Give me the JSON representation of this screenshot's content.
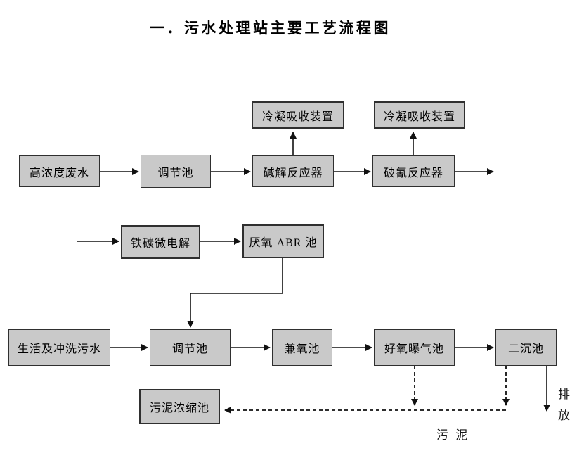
{
  "title": "一．污水处理站主要工艺流程图",
  "nodes": {
    "condenser1": "冷凝吸收装置",
    "condenser2": "冷凝吸收装置",
    "high_concentration_wastewater": "高浓度废水",
    "regulating_tank_1": "调节池",
    "alkaline_hydrolysis_reactor": "碱解反应器",
    "cyanide_breaking_reactor": "破氰反应器",
    "iron_carbon_microelectrolysis": "铁碳微电解",
    "anaerobic_abr_tank": "厌氧 ABR 池",
    "domestic_flushing_sewage": "生活及冲洗污水",
    "regulating_tank_2": "调节池",
    "facultative_tank": "兼氧池",
    "aerobic_aeration_tank": "好氧曝气池",
    "secondary_sedimentation_tank": "二沉池",
    "sludge_thickening_tank": "污泥浓缩池"
  },
  "labels": {
    "discharge": "排放",
    "sludge": "污 泥"
  },
  "edges": [
    {
      "from": "high_concentration_wastewater",
      "to": "regulating_tank_1",
      "style": "solid"
    },
    {
      "from": "regulating_tank_1",
      "to": "alkaline_hydrolysis_reactor",
      "style": "solid"
    },
    {
      "from": "alkaline_hydrolysis_reactor",
      "to": "condenser1",
      "style": "solid"
    },
    {
      "from": "alkaline_hydrolysis_reactor",
      "to": "cyanide_breaking_reactor",
      "style": "solid"
    },
    {
      "from": "cyanide_breaking_reactor",
      "to": "condenser2",
      "style": "solid"
    },
    {
      "from": "cyanide_breaking_reactor",
      "to": "outlet_right",
      "style": "solid"
    },
    {
      "from": "inlet_left",
      "to": "iron_carbon_microelectrolysis",
      "style": "solid"
    },
    {
      "from": "iron_carbon_microelectrolysis",
      "to": "anaerobic_abr_tank",
      "style": "solid"
    },
    {
      "from": "anaerobic_abr_tank",
      "to": "regulating_tank_2",
      "style": "solid"
    },
    {
      "from": "domestic_flushing_sewage",
      "to": "regulating_tank_2",
      "style": "solid"
    },
    {
      "from": "regulating_tank_2",
      "to": "facultative_tank",
      "style": "solid"
    },
    {
      "from": "facultative_tank",
      "to": "aerobic_aeration_tank",
      "style": "solid"
    },
    {
      "from": "aerobic_aeration_tank",
      "to": "secondary_sedimentation_tank",
      "style": "solid"
    },
    {
      "from": "secondary_sedimentation_tank",
      "to": "discharge",
      "style": "solid"
    },
    {
      "from": "aerobic_aeration_tank",
      "to": "sludge_thickening_tank",
      "style": "dashed"
    },
    {
      "from": "secondary_sedimentation_tank",
      "to": "sludge_thickening_tank",
      "style": "dashed"
    }
  ],
  "colors": {
    "node_fill": "#c9c9c9",
    "node_border": "#2f2f2f",
    "line_color": "#111111",
    "page_bg": "#ffffff"
  }
}
